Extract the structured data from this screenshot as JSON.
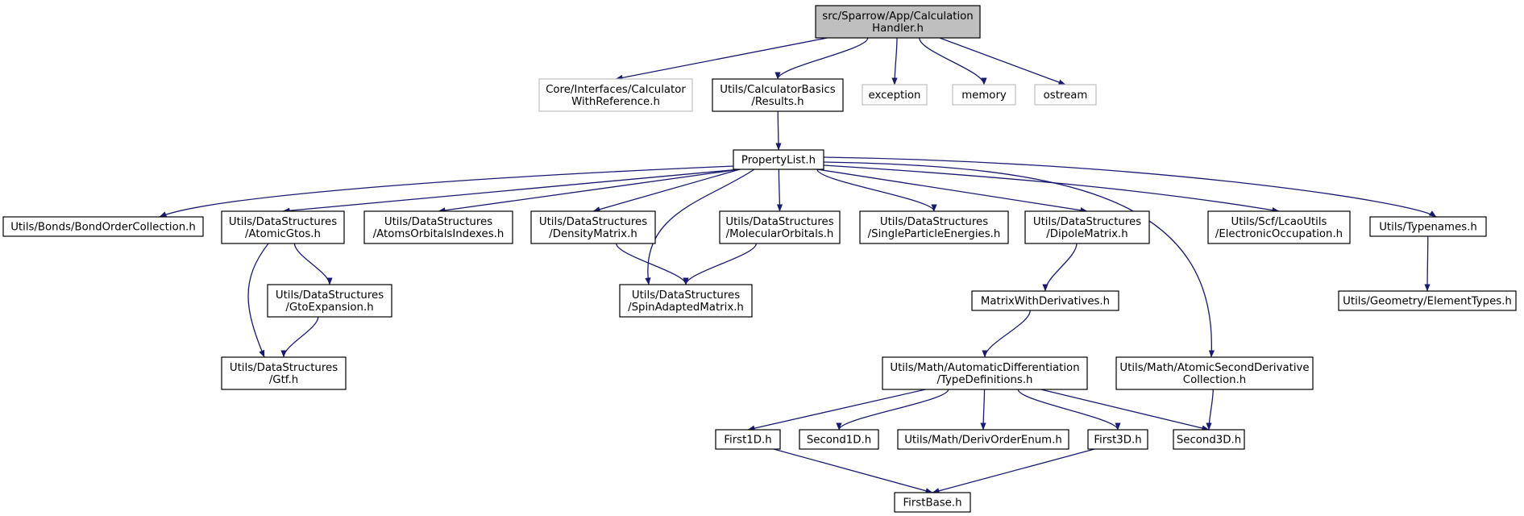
{
  "diagram": {
    "colors": {
      "edge": "#191970",
      "root_fill": "#bfbfbf",
      "node_fill": "#ffffff",
      "node_border": "#000000",
      "external_border": "#bfbfbf"
    },
    "nodes": [
      {
        "id": "root",
        "lines": [
          "src/Sparrow/App/Calculation",
          "Handler.h"
        ],
        "kind": "root"
      },
      {
        "id": "calcref",
        "lines": [
          "Core/Interfaces/Calculator",
          "WithReference.h"
        ],
        "kind": "external"
      },
      {
        "id": "results",
        "lines": [
          "Utils/CalculatorBasics",
          "/Results.h"
        ],
        "kind": "normal"
      },
      {
        "id": "exception",
        "lines": [
          "exception"
        ],
        "kind": "external"
      },
      {
        "id": "memory",
        "lines": [
          "memory"
        ],
        "kind": "external"
      },
      {
        "id": "ostream",
        "lines": [
          "ostream"
        ],
        "kind": "external"
      },
      {
        "id": "proplist",
        "lines": [
          "PropertyList.h"
        ],
        "kind": "normal"
      },
      {
        "id": "bondorder",
        "lines": [
          "Utils/Bonds/BondOrderCollection.h"
        ],
        "kind": "normal"
      },
      {
        "id": "atomicgtos",
        "lines": [
          "Utils/DataStructures",
          "/AtomicGtos.h"
        ],
        "kind": "normal"
      },
      {
        "id": "atomsorb",
        "lines": [
          "Utils/DataStructures",
          "/AtomsOrbitalsIndexes.h"
        ],
        "kind": "normal"
      },
      {
        "id": "density",
        "lines": [
          "Utils/DataStructures",
          "/DensityMatrix.h"
        ],
        "kind": "normal"
      },
      {
        "id": "molorb",
        "lines": [
          "Utils/DataStructures",
          "/MolecularOrbitals.h"
        ],
        "kind": "normal"
      },
      {
        "id": "singlepart",
        "lines": [
          "Utils/DataStructures",
          "/SingleParticleEnergies.h"
        ],
        "kind": "normal"
      },
      {
        "id": "dipole",
        "lines": [
          "Utils/DataStructures",
          "/DipoleMatrix.h"
        ],
        "kind": "normal"
      },
      {
        "id": "lcao",
        "lines": [
          "Utils/Scf/LcaoUtils",
          "/ElectronicOccupation.h"
        ],
        "kind": "normal"
      },
      {
        "id": "typenames",
        "lines": [
          "Utils/Typenames.h"
        ],
        "kind": "normal"
      },
      {
        "id": "gtoexp",
        "lines": [
          "Utils/DataStructures",
          "/GtoExpansion.h"
        ],
        "kind": "normal"
      },
      {
        "id": "spinadapted",
        "lines": [
          "Utils/DataStructures",
          "/SpinAdaptedMatrix.h"
        ],
        "kind": "normal"
      },
      {
        "id": "gtf",
        "lines": [
          "Utils/DataStructures",
          "/Gtf.h"
        ],
        "kind": "normal"
      },
      {
        "id": "matderiv",
        "lines": [
          "MatrixWithDerivatives.h"
        ],
        "kind": "normal"
      },
      {
        "id": "elemtypes",
        "lines": [
          "Utils/Geometry/ElementTypes.h"
        ],
        "kind": "normal"
      },
      {
        "id": "autodiff",
        "lines": [
          "Utils/Math/AutomaticDifferentiation",
          "/TypeDefinitions.h"
        ],
        "kind": "normal"
      },
      {
        "id": "atomicsecond",
        "lines": [
          "Utils/Math/AtomicSecondDerivative",
          "Collection.h"
        ],
        "kind": "normal"
      },
      {
        "id": "first1d",
        "lines": [
          "First1D.h"
        ],
        "kind": "normal"
      },
      {
        "id": "second1d",
        "lines": [
          "Second1D.h"
        ],
        "kind": "normal"
      },
      {
        "id": "derivorder",
        "lines": [
          "Utils/Math/DerivOrderEnum.h"
        ],
        "kind": "normal"
      },
      {
        "id": "first3d",
        "lines": [
          "First3D.h"
        ],
        "kind": "normal"
      },
      {
        "id": "second3d",
        "lines": [
          "Second3D.h"
        ],
        "kind": "normal"
      },
      {
        "id": "firstbase",
        "lines": [
          "FirstBase.h"
        ],
        "kind": "normal"
      }
    ],
    "edges": [
      {
        "from": "root",
        "to": "calcref"
      },
      {
        "from": "root",
        "to": "results"
      },
      {
        "from": "root",
        "to": "exception"
      },
      {
        "from": "root",
        "to": "memory"
      },
      {
        "from": "root",
        "to": "ostream"
      },
      {
        "from": "results",
        "to": "proplist"
      },
      {
        "from": "proplist",
        "to": "bondorder"
      },
      {
        "from": "proplist",
        "to": "atomicgtos"
      },
      {
        "from": "proplist",
        "to": "atomsorb"
      },
      {
        "from": "proplist",
        "to": "density"
      },
      {
        "from": "proplist",
        "to": "spinadapted"
      },
      {
        "from": "proplist",
        "to": "molorb"
      },
      {
        "from": "proplist",
        "to": "singlepart"
      },
      {
        "from": "proplist",
        "to": "dipole"
      },
      {
        "from": "proplist",
        "to": "atomicsecond"
      },
      {
        "from": "proplist",
        "to": "lcao"
      },
      {
        "from": "proplist",
        "to": "typenames"
      },
      {
        "from": "atomicgtos",
        "to": "gtoexp"
      },
      {
        "from": "atomicgtos",
        "to": "gtf"
      },
      {
        "from": "gtoexp",
        "to": "gtf"
      },
      {
        "from": "density",
        "to": "spinadapted"
      },
      {
        "from": "molorb",
        "to": "spinadapted"
      },
      {
        "from": "dipole",
        "to": "matderiv"
      },
      {
        "from": "typenames",
        "to": "elemtypes"
      },
      {
        "from": "matderiv",
        "to": "autodiff"
      },
      {
        "from": "autodiff",
        "to": "first1d"
      },
      {
        "from": "autodiff",
        "to": "second1d"
      },
      {
        "from": "autodiff",
        "to": "derivorder"
      },
      {
        "from": "autodiff",
        "to": "first3d"
      },
      {
        "from": "autodiff",
        "to": "second3d"
      },
      {
        "from": "atomicsecond",
        "to": "second3d"
      },
      {
        "from": "first1d",
        "to": "firstbase"
      },
      {
        "from": "first3d",
        "to": "firstbase"
      }
    ]
  }
}
